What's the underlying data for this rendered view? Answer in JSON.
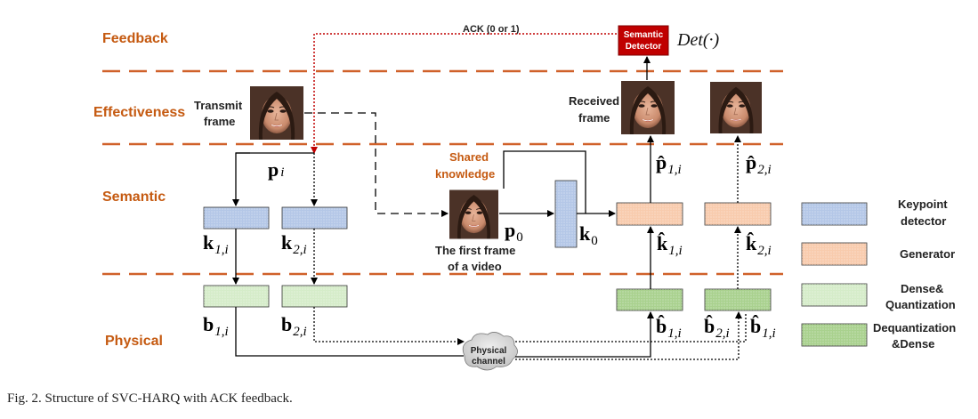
{
  "layers": {
    "feedback": "Feedback",
    "effectiveness": "Effectiveness",
    "semantic": "Semantic",
    "physical": "Physical"
  },
  "labels": {
    "ack": "ACK (0 or 1)",
    "semantic_detector_line1": "Semantic",
    "semantic_detector_line2": "Detector",
    "det_func": "Det(·)",
    "transmit_frame_line1": "Transmit",
    "transmit_frame_line2": "frame",
    "received_frame_line1": "Received",
    "received_frame_line2": "frame",
    "shared_knowledge_line1": "Shared",
    "shared_knowledge_line2": "knowledge",
    "first_frame_line1": "The first frame",
    "first_frame_line2": "of a video",
    "physical_channel_line1": "Physical",
    "physical_channel_line2": "channel"
  },
  "symbols": {
    "p_i": {
      "base": "p",
      "sub": "i"
    },
    "k1": {
      "base": "k",
      "sub": "1,i"
    },
    "k2": {
      "base": "k",
      "sub": "2,i"
    },
    "b1": {
      "base": "b",
      "sub": "1,i"
    },
    "b2": {
      "base": "b",
      "sub": "2,i"
    },
    "p0": {
      "base": "p",
      "sub": "0"
    },
    "k0": {
      "base": "k",
      "sub": "0"
    },
    "phat1": {
      "base": "p̂",
      "sub": "1,i"
    },
    "phat2": {
      "base": "p̂",
      "sub": "2,i"
    },
    "khat1": {
      "base": "k̂",
      "sub": "1,i"
    },
    "khat2": {
      "base": "k̂",
      "sub": "2,i"
    },
    "bhat1": {
      "base": "b̂",
      "sub": "1,i"
    },
    "bhat2": {
      "base": "b̂",
      "sub": "2,i"
    },
    "bhat1b": {
      "base": "b̂",
      "sub": "1,i"
    }
  },
  "legend": {
    "keypoint_line1": "Keypoint",
    "keypoint_line2": "detector",
    "generator": "Generator",
    "dense_quant_line1": "Dense&",
    "dense_quant_line2": "Quantization",
    "dequant_line1": "Dequantization",
    "dequant_line2": "&Dense"
  },
  "caption": "Fig. 2.   Structure of SVC-HARQ with ACK feedback.",
  "colors": {
    "layer_divider": "#d0612a",
    "layer_text": "#c55a11",
    "keypoint": "#b4c7e7",
    "generator": "#f8cbad",
    "dense_quant": "#d5ecc9",
    "dequant": "#a9d18e",
    "detector": "#c00000",
    "ack_line": "#c00000"
  }
}
